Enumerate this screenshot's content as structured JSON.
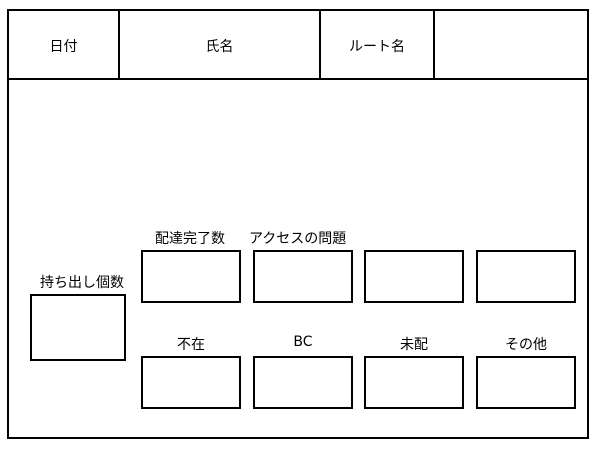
{
  "header": {
    "date_label": "日付",
    "name_label": "氏名",
    "route_label": "ルート名",
    "extra_label": ""
  },
  "carried_out": {
    "label": "持ち出し個数"
  },
  "row_top": {
    "delivered_label": "配達完了数",
    "access_issue_label": "アクセスの問題",
    "col3_label": "",
    "col4_label": ""
  },
  "row_bottom": {
    "absent_label": "不在",
    "bc_label": "BC",
    "undelivered_label": "未配",
    "other_label": "その他"
  }
}
